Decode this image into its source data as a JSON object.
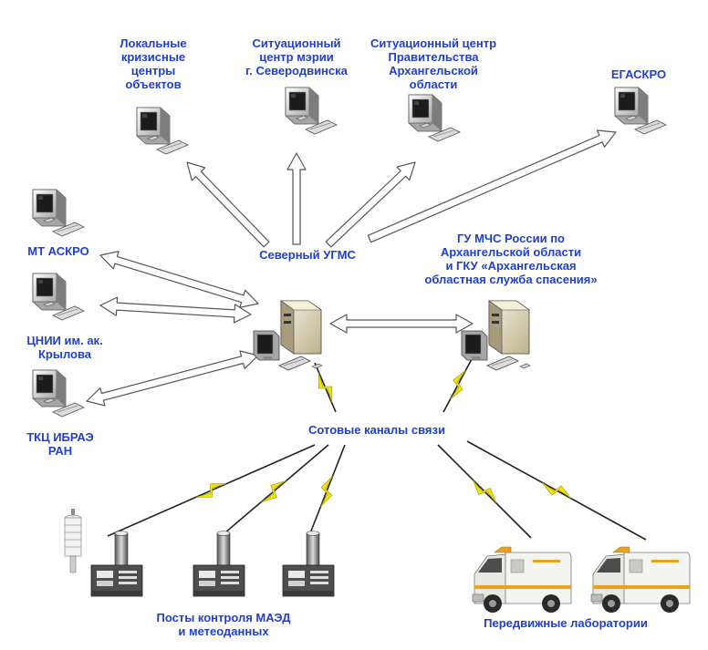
{
  "labels": {
    "local_crisis_centers": "Локальные\nкризисные\nцентры\nобъектов",
    "city_situation_center": "Ситуационный\nцентр мэрии\nг. Северодвинска",
    "government_situation_center": "Ситуационный центр\nПравительства\nАрхангельской\nобласти",
    "egaskro": "ЕГАСКРО",
    "mt_askro": "МТ АСКРО",
    "tsnii": "ЦНИИ им. ак.\nКрылова",
    "tkc_ibrae": "ТКЦ ИБРАЭ\nРАН",
    "north_ugms": "Северный УГМС",
    "mchs": "ГУ МЧС России по\nАрхангельской области\nи ГКУ «Архангельская\nобластная служба спасения»",
    "cellular": "Сотовые каналы связи",
    "posts": "Посты контроля МАЭД\nи метеоданных",
    "mobile_labs": "Передвижные лаборатории"
  },
  "colors": {
    "label_text": "#1f3fd0",
    "lightning": "#f2e600",
    "arrow_fill": "#ffffff",
    "arrow_stroke": "#555555",
    "case_beige": "#e6dfc6",
    "post_body": "#555555",
    "ambulance_body": "#f0f0ec",
    "ambulance_stripe": "#e8a21c"
  },
  "icons": {
    "workstation": "computer-workstation-icon",
    "server": "server-icon",
    "post": "monitoring-post-icon",
    "sensor": "weather-sensor-icon",
    "ambulance": "ambulance-icon",
    "link": "lightning-link-icon"
  }
}
